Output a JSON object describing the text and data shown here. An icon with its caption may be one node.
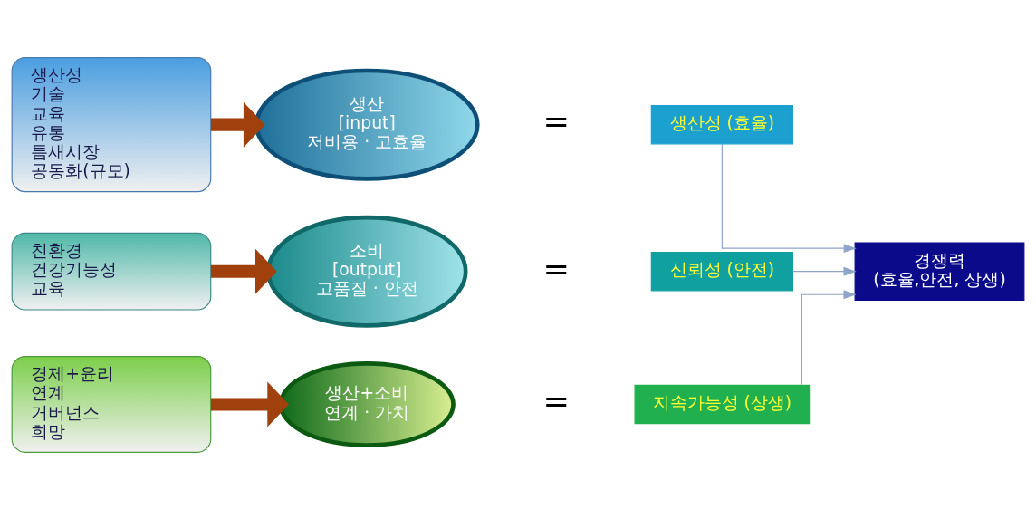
{
  "diagram": {
    "nodes": [
      {
        "text": [
          "생산성",
          "기술",
          "교육",
          "유통",
          "틈새시장",
          "공동화(규모)"
        ]
      },
      {
        "text": [
          "친환경",
          "건강기능성",
          "교육"
        ]
      },
      {
        "text": [
          "경제+윤리",
          "연계",
          "거버넌스",
          "희망"
        ]
      },
      {
        "text": [
          "생산",
          "[input]",
          "저비용 · 고효율"
        ]
      },
      {
        "text": [
          "소비",
          "[output]",
          "고품질 · 안전"
        ]
      },
      {
        "text": [
          "생산+소비",
          "연계 · 가치"
        ]
      },
      {
        "text": [
          "생산성 (효율)"
        ]
      },
      {
        "text": [
          "신뢰성 (안전)"
        ]
      },
      {
        "text": [
          "지속가능성 (상생)"
        ]
      },
      {
        "text": [
          "경쟁력",
          "(효율,안전, 상생)"
        ]
      }
    ],
    "edges": [
      {
        "from": 0,
        "to": 3,
        "arrow": "to",
        "style": "thick",
        "color": "#a0400c"
      },
      {
        "from": 1,
        "to": 4,
        "arrow": "to",
        "style": "thick",
        "color": "#a0400c"
      },
      {
        "from": 2,
        "to": 5,
        "arrow": "to",
        "style": "thick",
        "color": "#a0400c"
      },
      {
        "from": 6,
        "to": 9,
        "arrow": "to",
        "color": "#8ea4c8"
      },
      {
        "from": 7,
        "to": 9,
        "arrow": "to",
        "color": "#8ea4c8"
      },
      {
        "from": 8,
        "to": 9,
        "arrow": "to",
        "color": "#8ea4c8"
      }
    ],
    "labels": [
      "=",
      "=",
      "="
    ]
  }
}
